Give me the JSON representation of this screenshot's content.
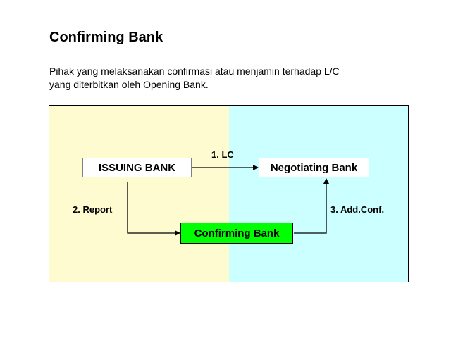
{
  "slide": {
    "title": "Confirming Bank",
    "description_lines": [
      "Pihak yang melaksanakan confirmasi atau menjamin terhadap L/C",
      "yang diterbitkan oleh Opening Bank."
    ]
  },
  "diagram": {
    "nodes": {
      "issuing_bank": "ISSUING BANK",
      "negotiating_bank": "Negotiating Bank",
      "confirming_bank": "Confirming Bank"
    },
    "edges": {
      "lc": "1. LC",
      "report": "2. Report",
      "add_conf": "3. Add.Conf."
    },
    "colors": {
      "left_panel": "#fffbd0",
      "right_panel": "#ccffff",
      "confirming_bank_fill": "#00ff00"
    }
  }
}
